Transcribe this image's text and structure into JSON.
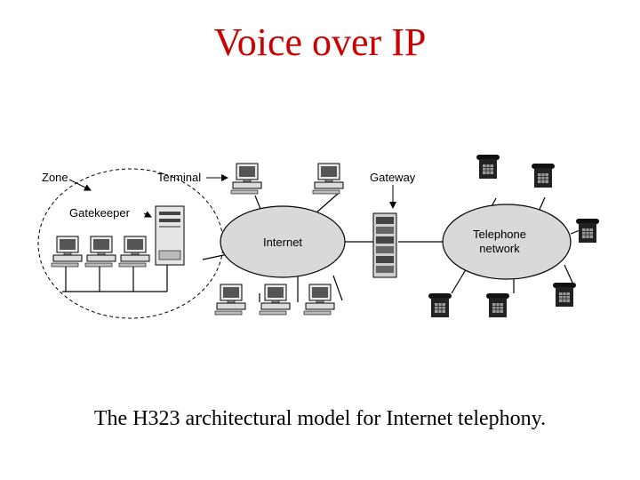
{
  "slide": {
    "title": "Voice over IP",
    "caption": "The H323 architectural model for Internet telephony."
  },
  "diagram": {
    "labels": {
      "zone": "Zone",
      "terminal": "Terminal",
      "gatekeeper": "Gatekeeper",
      "internet": "Internet",
      "gateway": "Gateway",
      "telephone_network_line1": "Telephone",
      "telephone_network_line2": "network"
    },
    "icons": [
      "computer-terminal-icon",
      "server-icon",
      "gateway-rack-icon",
      "telephone-icon"
    ],
    "colors": {
      "title": "#cc0000",
      "ellipse_fill": "#d9d9d9",
      "outline": "#000000"
    }
  }
}
